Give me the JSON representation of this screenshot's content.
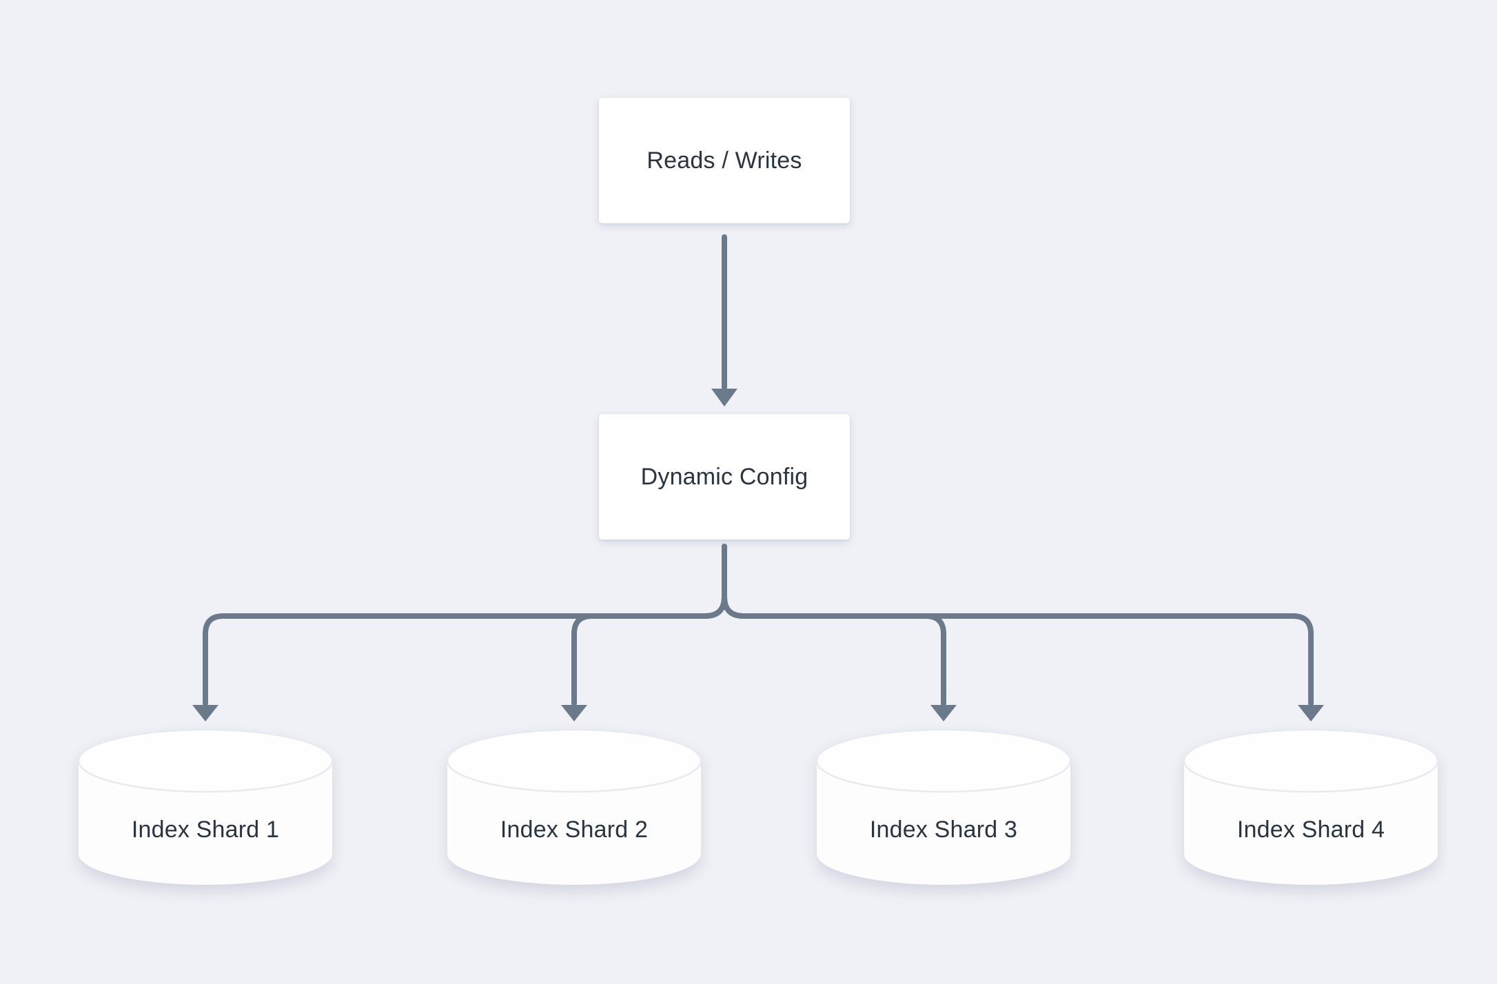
{
  "diagram": {
    "colors": {
      "background": "#f0f1f6",
      "connector": "#6b7a8b",
      "node_fill": "#ffffff",
      "text": "#293442"
    },
    "nodes": {
      "reads_writes": {
        "label": "Reads / Writes",
        "shape": "rectangle"
      },
      "dynamic_config": {
        "label": "Dynamic Config",
        "shape": "rectangle"
      },
      "shards": [
        {
          "label": "Index Shard 1",
          "shape": "cylinder"
        },
        {
          "label": "Index Shard 2",
          "shape": "cylinder"
        },
        {
          "label": "Index Shard 3",
          "shape": "cylinder"
        },
        {
          "label": "Index Shard 4",
          "shape": "cylinder"
        }
      ]
    },
    "edges": [
      {
        "from": "Reads / Writes",
        "to": "Dynamic Config",
        "arrow": true
      },
      {
        "from": "Dynamic Config",
        "to": "Index Shard 1",
        "arrow": true
      },
      {
        "from": "Dynamic Config",
        "to": "Index Shard 2",
        "arrow": true
      },
      {
        "from": "Dynamic Config",
        "to": "Index Shard 3",
        "arrow": true
      },
      {
        "from": "Dynamic Config",
        "to": "Index Shard 4",
        "arrow": true
      }
    ]
  }
}
